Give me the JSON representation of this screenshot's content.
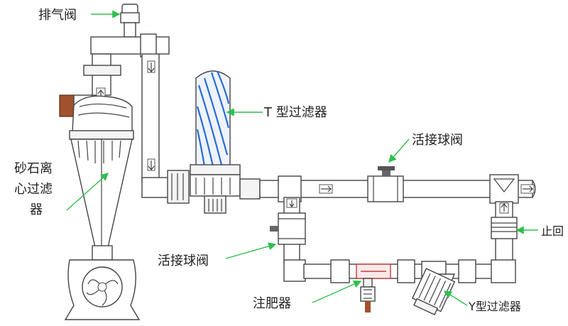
{
  "labels": {
    "air_valve": "排气阀",
    "t_filter": "T 型过滤器",
    "union_ball_valve_top": "活接球阀",
    "sand_filter_line1": "砂石离",
    "sand_filter_line2": "心过滤",
    "sand_filter_line3": "器",
    "check_valve": "止回",
    "union_ball_valve_left": "活接球阀",
    "fertilizer_injector": "注肥器",
    "y_filter": "Y型过滤器"
  },
  "colors": {
    "leader_line": "#2fbf4f",
    "outline": "#444444",
    "inlet_brown": "#a0522d",
    "t_filter_blue": "#2a6bd6",
    "injector_red": "#c43c3c"
  }
}
